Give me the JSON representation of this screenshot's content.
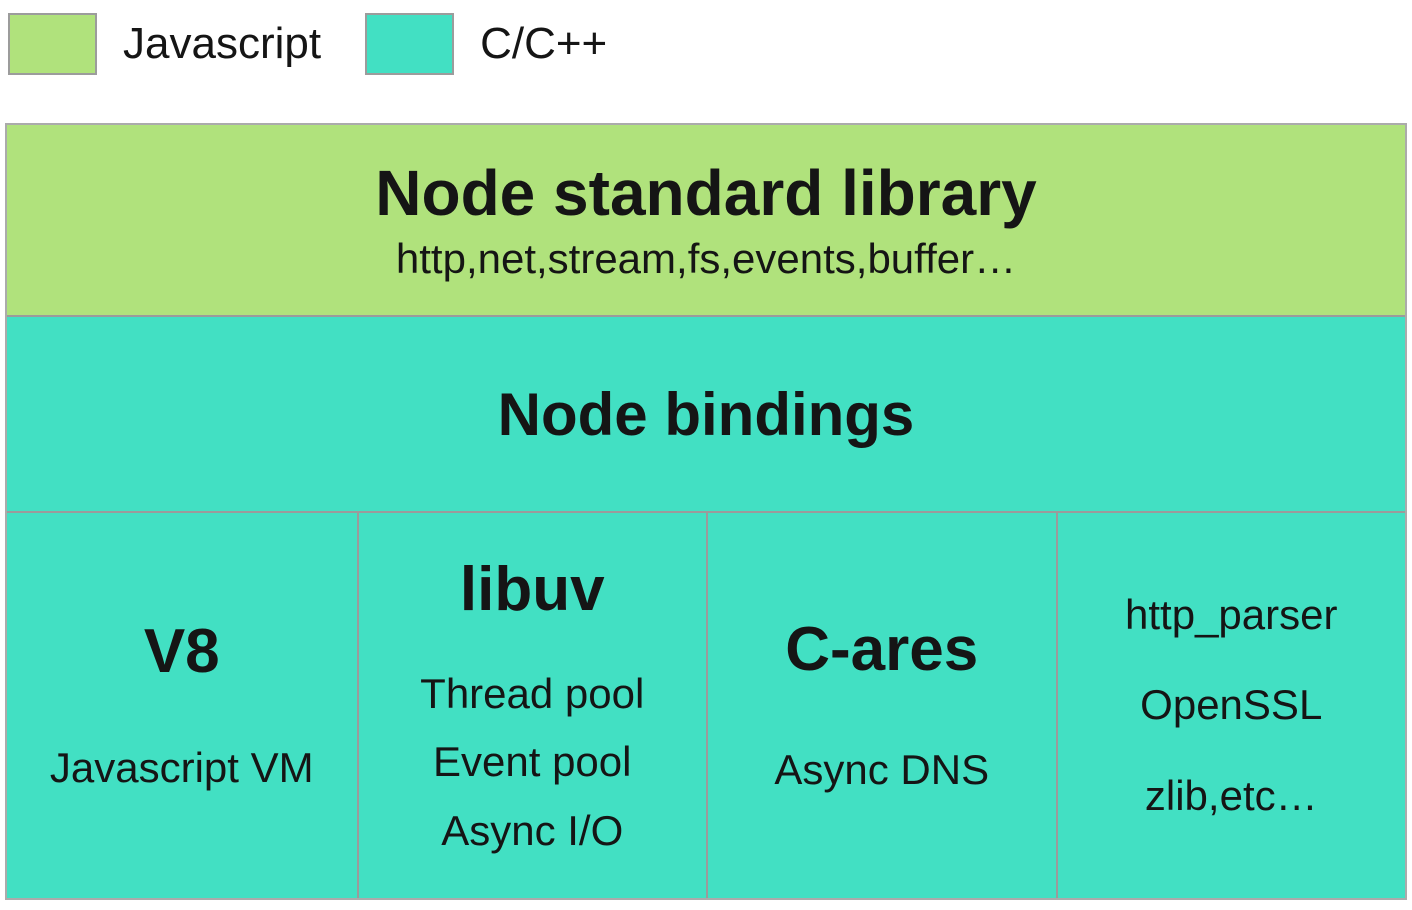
{
  "legend": {
    "items": [
      {
        "label": "Javascript",
        "color": "#b0e27c"
      },
      {
        "label": "C/C++",
        "color": "#42e0c3"
      }
    ]
  },
  "stack": {
    "standard_library": {
      "title": "Node standard library",
      "subtitle": "http,net,stream,fs,events,buffer…"
    },
    "bindings": {
      "title": "Node bindings"
    },
    "components": [
      {
        "title": "V8",
        "items": [
          "Javascript VM"
        ]
      },
      {
        "title": "libuv",
        "items": [
          "Thread pool",
          "Event pool",
          "Async I/O"
        ]
      },
      {
        "title": "C-ares",
        "items": [
          "Async DNS"
        ]
      },
      {
        "title": "",
        "items": [
          "http_parser",
          "OpenSSL",
          "zlib,etc…"
        ]
      }
    ]
  },
  "colors": {
    "javascript": "#b0e27c",
    "cpp": "#42e0c3",
    "border": "#9b9b9b",
    "text": "#151515"
  }
}
